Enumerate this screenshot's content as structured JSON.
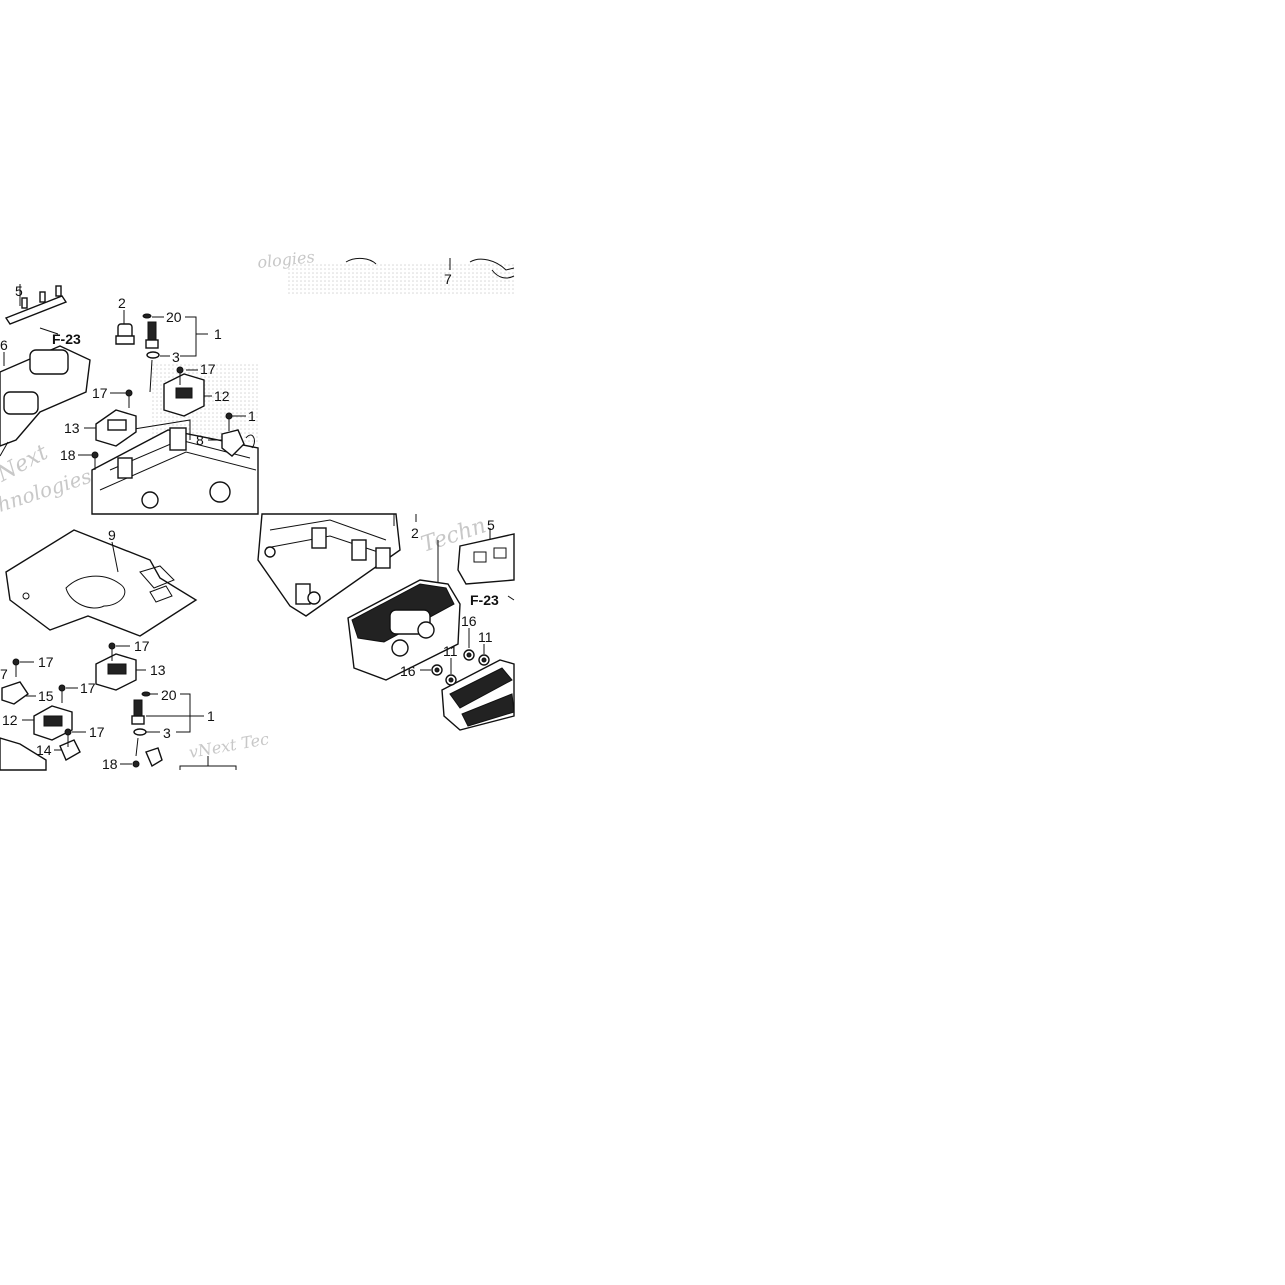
{
  "diagram": {
    "panel_top_left": {
      "labels": [
        "5",
        "2",
        "20",
        "1",
        "6",
        "F-23",
        "3",
        "17",
        "17",
        "12",
        "13",
        "1",
        "8",
        "18"
      ],
      "watermarks": [
        "Next",
        "hnologies"
      ]
    },
    "panel_top_right": {
      "labels": [
        "7"
      ],
      "watermarks": [
        "ologies"
      ]
    },
    "panel_bottom_left": {
      "labels": [
        "9",
        "17",
        "17",
        "7",
        "13",
        "15",
        "17",
        "20",
        "1",
        "12",
        "17",
        "3",
        "14",
        "18"
      ],
      "watermarks": [
        "vNext Tec"
      ]
    },
    "panel_bottom_right": {
      "labels": [
        "2",
        "5",
        "F-23",
        "16",
        "11",
        "11",
        "16"
      ],
      "watermarks": [
        "Techn"
      ]
    }
  }
}
